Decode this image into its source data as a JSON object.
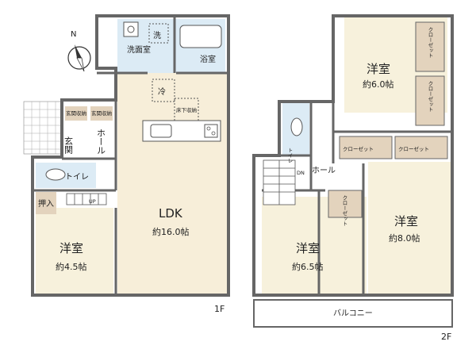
{
  "compass": {
    "north_label": "N"
  },
  "floor1": {
    "floor_label": "1F",
    "ldk": {
      "name": "LDK",
      "area": "約16.0帖"
    },
    "western_room": {
      "name": "洋室",
      "area": "約4.5帖"
    },
    "entrance": {
      "name": "玄関"
    },
    "hall": {
      "name": "ホール"
    },
    "toilet": {
      "name": "トイレ"
    },
    "washroom": {
      "name": "洗面室"
    },
    "bathroom": {
      "name": "浴室"
    },
    "washer": {
      "name": "洗"
    },
    "fridge": {
      "name": "冷"
    },
    "underfloor_storage": {
      "name": "床下収納"
    },
    "closet": {
      "name": "押入"
    },
    "shoe_storage_1": {
      "name": "玄関収納"
    },
    "shoe_storage_2": {
      "name": "玄関収納"
    },
    "stair_mark": {
      "name": "UP"
    }
  },
  "floor2": {
    "floor_label": "2F",
    "room_north": {
      "name": "洋室",
      "area": "約6.0帖"
    },
    "room_southwest": {
      "name": "洋室",
      "area": "約6.5帖"
    },
    "room_southeast": {
      "name": "洋室",
      "area": "約8.0帖"
    },
    "hall": {
      "name": "ホール"
    },
    "toilet": {
      "name": "トイレ"
    },
    "stair_mark": {
      "name": "DN"
    },
    "balcony": {
      "name": "バルコニー"
    },
    "closet_a": {
      "name": "クローゼット"
    },
    "closet_b": {
      "name": "クローゼット"
    },
    "closet_c": {
      "name": "クローゼット"
    },
    "closet_d": {
      "name": "クローゼット"
    },
    "closet_e": {
      "name": "クローゼット"
    }
  },
  "colors": {
    "wall": "#666666",
    "ldk_floor": "#f7eed9",
    "western_floor": "#f7f1dc",
    "storage": "#e3d3bd",
    "wet_floor": "#dcebf5",
    "hall_floor": "#ffffff"
  }
}
